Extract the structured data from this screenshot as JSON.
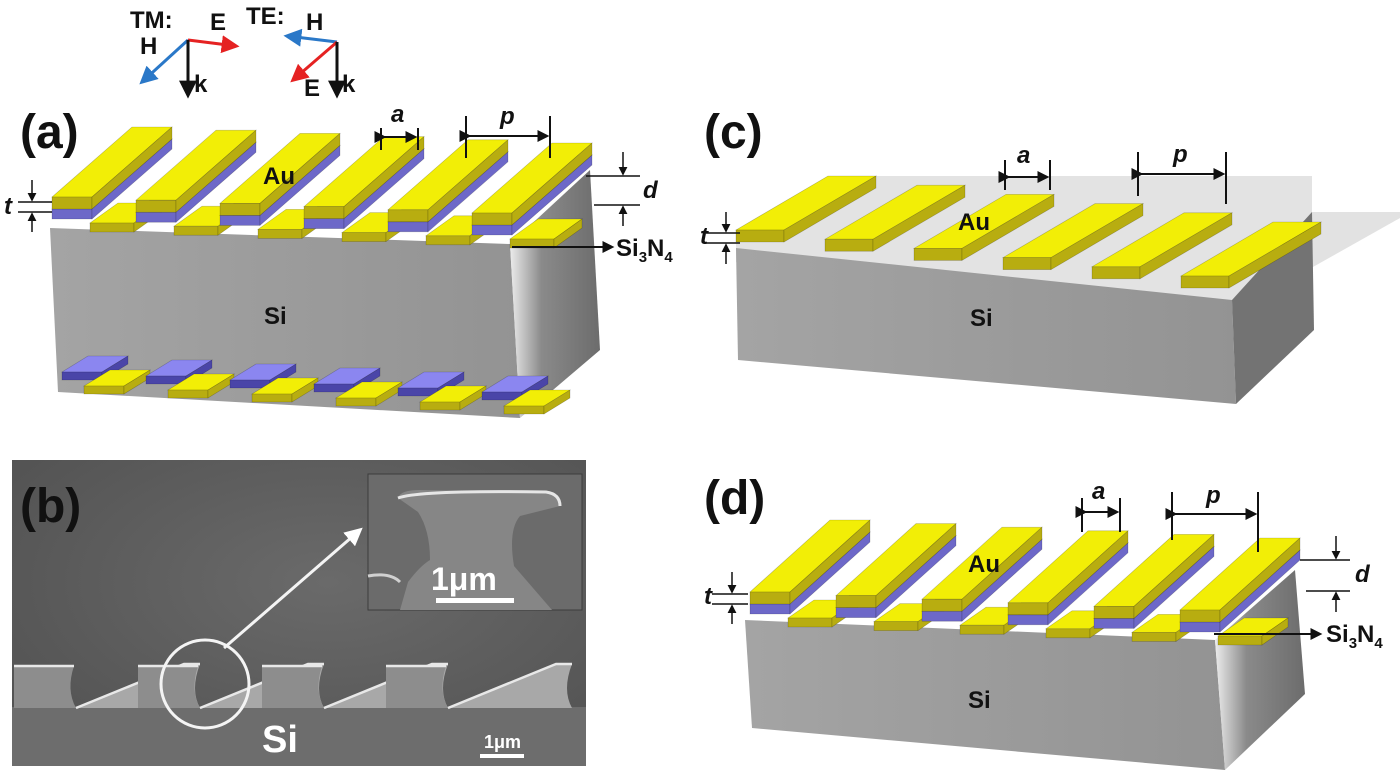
{
  "legend": {
    "tm": {
      "label": "TM:",
      "e": "E",
      "h": "H",
      "k": "k"
    },
    "te": {
      "label": "TE:",
      "e": "E",
      "h": "H",
      "k": "k"
    }
  },
  "panels": {
    "a": {
      "label": "(a)",
      "au": "Au",
      "si": "Si",
      "si3n4": [
        "Si",
        "3",
        "N",
        "4"
      ],
      "a": "a",
      "p": "p",
      "t": "t",
      "d": "d"
    },
    "b": {
      "label": "(b)",
      "si": "Si",
      "scale_main": "1μm",
      "scale_inset": "1μm"
    },
    "c": {
      "label": "(c)",
      "au": "Au",
      "si": "Si",
      "a": "a",
      "p": "p",
      "t": "t"
    },
    "d": {
      "label": "(d)",
      "au": "Au",
      "si": "Si",
      "si3n4": [
        "Si",
        "3",
        "N",
        "4"
      ],
      "a": "a",
      "p": "p",
      "t": "t",
      "d": "d"
    }
  },
  "colors": {
    "gold": "#f2ee06",
    "gold_side": "#b8ad10",
    "nitride": "#8b86f0",
    "si_front": "#9c9c9c",
    "si_side": "#6f6f6f",
    "si_top": "#d8d8d8",
    "sem_bg": "#5b5b5b",
    "e_field": "#e52222",
    "h_field": "#2a78c8"
  }
}
